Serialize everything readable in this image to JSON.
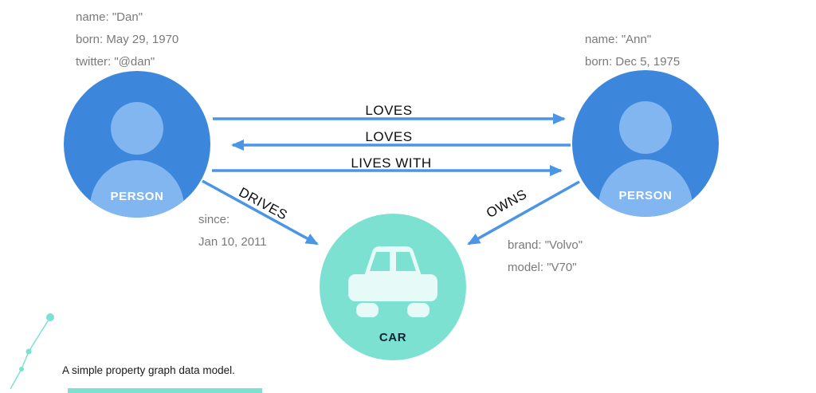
{
  "caption": "A simple property graph data model.",
  "nodes": {
    "person_left": {
      "label": "PERSON"
    },
    "person_right": {
      "label": "PERSON"
    },
    "car": {
      "label": "CAR"
    }
  },
  "relationships": {
    "loves_left_to_right": {
      "label": "LOVES"
    },
    "loves_right_to_left": {
      "label": "LOVES"
    },
    "lives_with": {
      "label": "LIVES WITH"
    },
    "drives": {
      "label": "DRIVES"
    },
    "owns": {
      "label": "OWNS"
    }
  },
  "properties": {
    "dan": {
      "line1": "name: \"Dan\"",
      "line2": "born: May 29, 1970",
      "line3": "twitter: \"@dan\""
    },
    "ann": {
      "line1": "name: \"Ann\"",
      "line2": "born: Dec 5, 1975"
    },
    "drives_props": {
      "line1": "since:",
      "line2": "Jan 10, 2011"
    },
    "car_props": {
      "line1": "brand: \"Volvo\"",
      "line2": "model: \"V70\""
    }
  },
  "colors": {
    "person_node": "#3c86dc",
    "person_icon": "#82b6f0",
    "car_node": "#7de1d2",
    "car_icon": "#e6fbf7",
    "arrow": "#4a95e5",
    "relationship_text": "#0d0d0d",
    "property_text": "#7a7a7a",
    "accent_teal": "#7de1d2"
  }
}
